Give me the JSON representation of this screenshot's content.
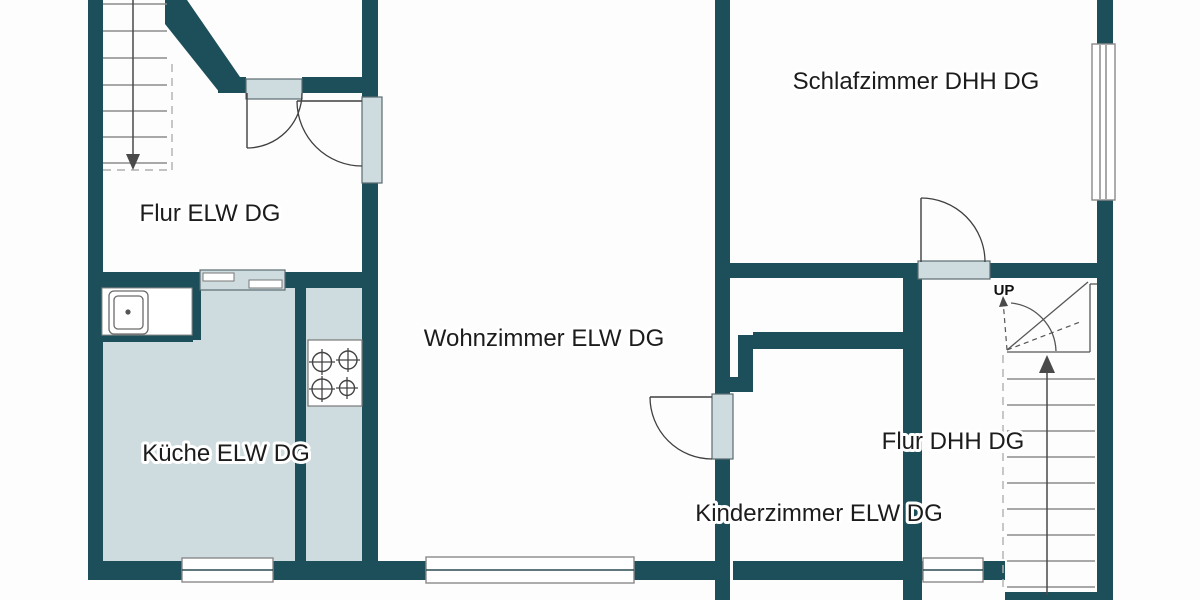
{
  "plan": {
    "rooms": [
      {
        "id": "flur-elw",
        "label": "Flur ELW DG"
      },
      {
        "id": "schlafzimmer",
        "label": "Schlafzimmer DHH DG"
      },
      {
        "id": "wohnzimmer",
        "label": "Wohnzimmer ELW DG"
      },
      {
        "id": "kueche",
        "label": "Küche ELW DG"
      },
      {
        "id": "kinderzimmer",
        "label": "Kinderzimmer ELW DG"
      },
      {
        "id": "flur-dhh",
        "label": "Flur DHH DG"
      }
    ],
    "stairs": {
      "up_label": "UP"
    },
    "icons": [
      "sink-icon",
      "stove-burners-icon",
      "window-symbol",
      "door-swing-symbol",
      "stair-up-arrow",
      "stair-down-arrow"
    ],
    "colors": {
      "wall": "#1d4f5a",
      "room_fill": "#cedcdf",
      "background": "#fdfdfd",
      "tread_gray": "#8c8c8c",
      "door_arc": "#3f3f3f",
      "text": "#1c1c1c"
    }
  }
}
